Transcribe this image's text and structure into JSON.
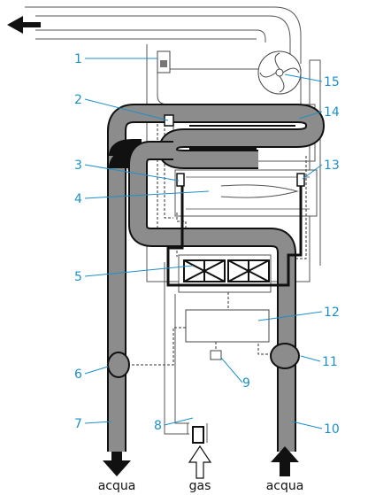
{
  "callouts": [
    "1",
    "2",
    "3",
    "4",
    "5",
    "6",
    "7",
    "8",
    "9",
    "10",
    "11",
    "12",
    "13",
    "14",
    "15"
  ],
  "bottom_labels": {
    "water_out": "acqua",
    "gas_in": "gas",
    "water_in": "acqua"
  },
  "colors": {
    "callout": "#1e8fc6",
    "pipe_fill": "#8c8c8c",
    "outline": "#111111"
  }
}
